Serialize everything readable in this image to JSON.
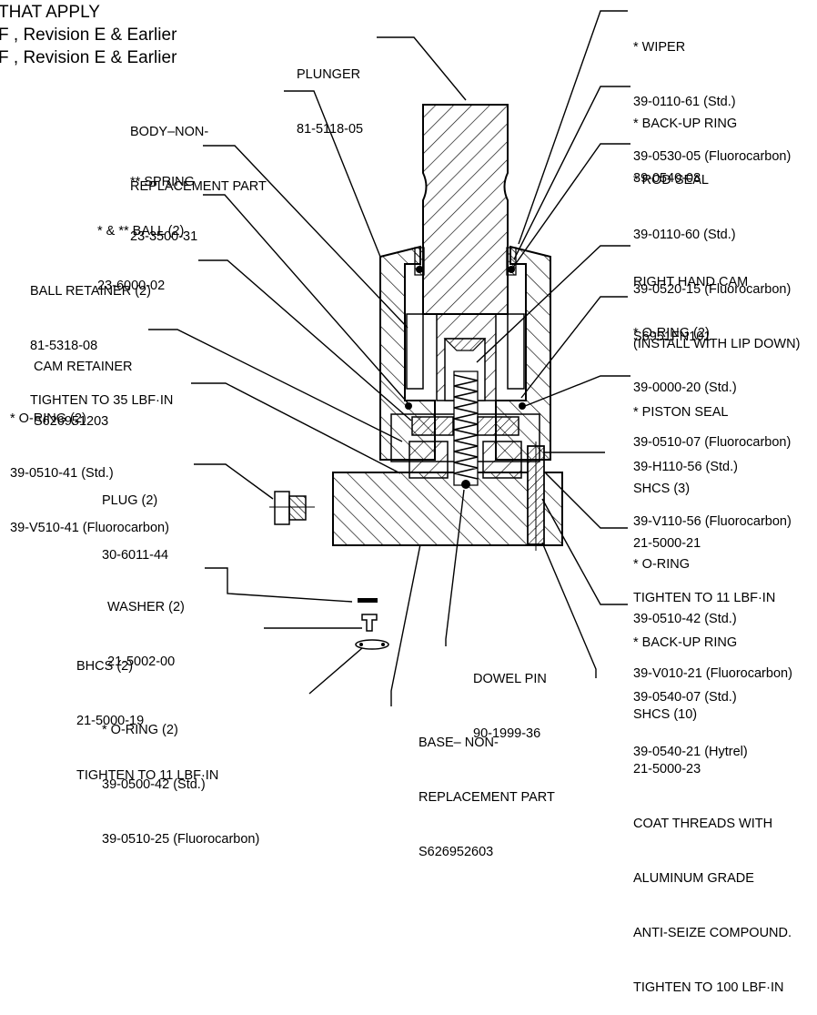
{
  "header": {
    "lines": [
      "THAT APPLY",
      "F , Revision E & Earlier",
      "F , Revision E & Earlier"
    ]
  },
  "callouts": {
    "plunger": [
      "PLUNGER",
      "81-5118-05"
    ],
    "body": [
      "BODY–NON-",
      "REPLACEMENT PART"
    ],
    "spring": [
      "** SPRING",
      "23-3500-31"
    ],
    "ball": [
      "* & ** BALL (2)",
      "23-6000-02"
    ],
    "ball_retainer": [
      "BALL RETAINER (2)",
      "81-5318-08",
      "TIGHTEN TO 35 LBF·IN"
    ],
    "cam_retainer": [
      "CAM RETAINER",
      "S626951203"
    ],
    "oring_left": [
      "* O-RING (2)",
      "39-0510-41 (Std.)",
      "39-V510-41 (Fluorocarbon)"
    ],
    "plug": [
      "PLUG (2)",
      "30-6011-44"
    ],
    "washer": [
      "WASHER (2)",
      "21-5002-00"
    ],
    "bhcs": [
      "BHCS (2)",
      "21-5000-19",
      "TIGHTEN TO 11 LBF·IN"
    ],
    "oring_bottom": [
      "* O-RING (2)",
      "39-0500-42 (Std.)",
      "39-0510-25 (Fluorocarbon)"
    ],
    "base": [
      "BASE– NON-",
      "REPLACEMENT PART",
      "S626952603"
    ],
    "dowel_pin": [
      "DOWEL PIN",
      "90-1999-36"
    ],
    "wiper": [
      "* WIPER",
      "39-0110-61 (Std.)",
      "39-0530-05 (Fluorocarbon)"
    ],
    "backup_ring_top": [
      "* BACK-UP RING",
      "39-0540-08"
    ],
    "rod_seal": [
      "* ROD SEAL",
      "39-0110-60 (Std.)",
      "39-0520-15 (Fluorocarbon)",
      "(INSTALL WITH LIP DOWN)"
    ],
    "right_hand_cam": [
      "RIGHT HAND CAM",
      "S6951FN101"
    ],
    "oring_right": [
      "* O-RING (2)",
      "39-0000-20 (Std.)",
      "39-0510-07 (Fluorocarbon)"
    ],
    "piston_seal": [
      "* PISTON SEAL",
      "39-H110-56 (Std.)",
      "39-V110-56 (Fluorocarbon)"
    ],
    "shcs3": [
      "SHCS (3)",
      "21-5000-21",
      "TIGHTEN TO 11 LBF·IN"
    ],
    "oring_mid": [
      "* O-RING",
      "39-0510-42 (Std.)",
      "39-V010-21 (Fluorocarbon)"
    ],
    "backup_ring_bottom": [
      "* BACK-UP RING",
      "39-0540-07 (Std.)",
      "39-0540-21 (Hytrel)"
    ],
    "shcs10": [
      "SHCS (10)",
      "21-5000-23",
      "COAT THREADS WITH",
      "ALUMINUM GRADE",
      "ANTI-SEIZE COMPOUND.",
      "TIGHTEN TO 100 LBF·IN"
    ]
  }
}
